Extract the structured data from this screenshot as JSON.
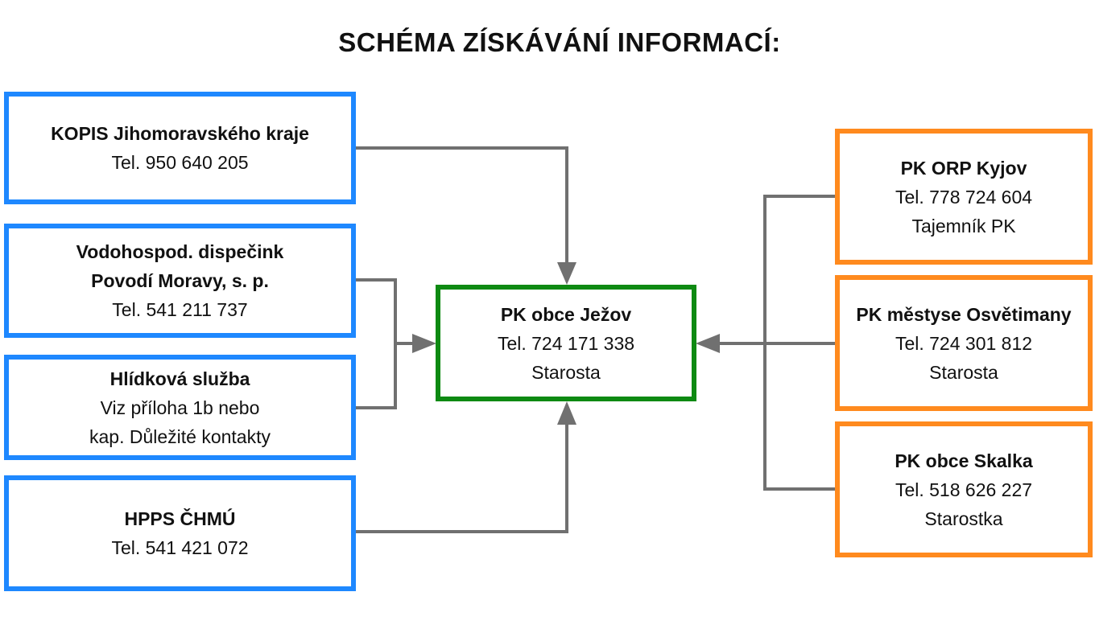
{
  "title": "SCHÉMA ZÍSKÁVÁNÍ INFORMACÍ:",
  "colors": {
    "source_border": "#1e88ff",
    "partner_border": "#ff8a1e",
    "center_border": "#0e8a12",
    "connector": "#707070"
  },
  "sources": [
    {
      "lines": [
        "KOPIS Jihomoravského kraje",
        "Tel. 950 640 205"
      ]
    },
    {
      "lines": [
        "Vodohospod. dispečink",
        "Povodí Moravy, s. p.",
        "Tel. 541 211 737"
      ]
    },
    {
      "lines": [
        "Hlídková služba",
        "Viz příloha 1b nebo",
        "kap. Důležité kontakty"
      ]
    },
    {
      "lines": [
        "HPPS ČHMÚ",
        "Tel. 541 421 072"
      ]
    }
  ],
  "center": {
    "lines": [
      "PK obce Ježov",
      "Tel. 724 171 338",
      "Starosta"
    ]
  },
  "partners": [
    {
      "lines": [
        "PK ORP Kyjov",
        "Tel. 778 724 604",
        "Tajemník PK"
      ]
    },
    {
      "lines": [
        "PK městyse Osvětimany",
        "Tel. 724 301 812",
        "Starosta"
      ]
    },
    {
      "lines": [
        "PK obce Skalka",
        "Tel. 518 626 227",
        "Starostka"
      ]
    }
  ]
}
